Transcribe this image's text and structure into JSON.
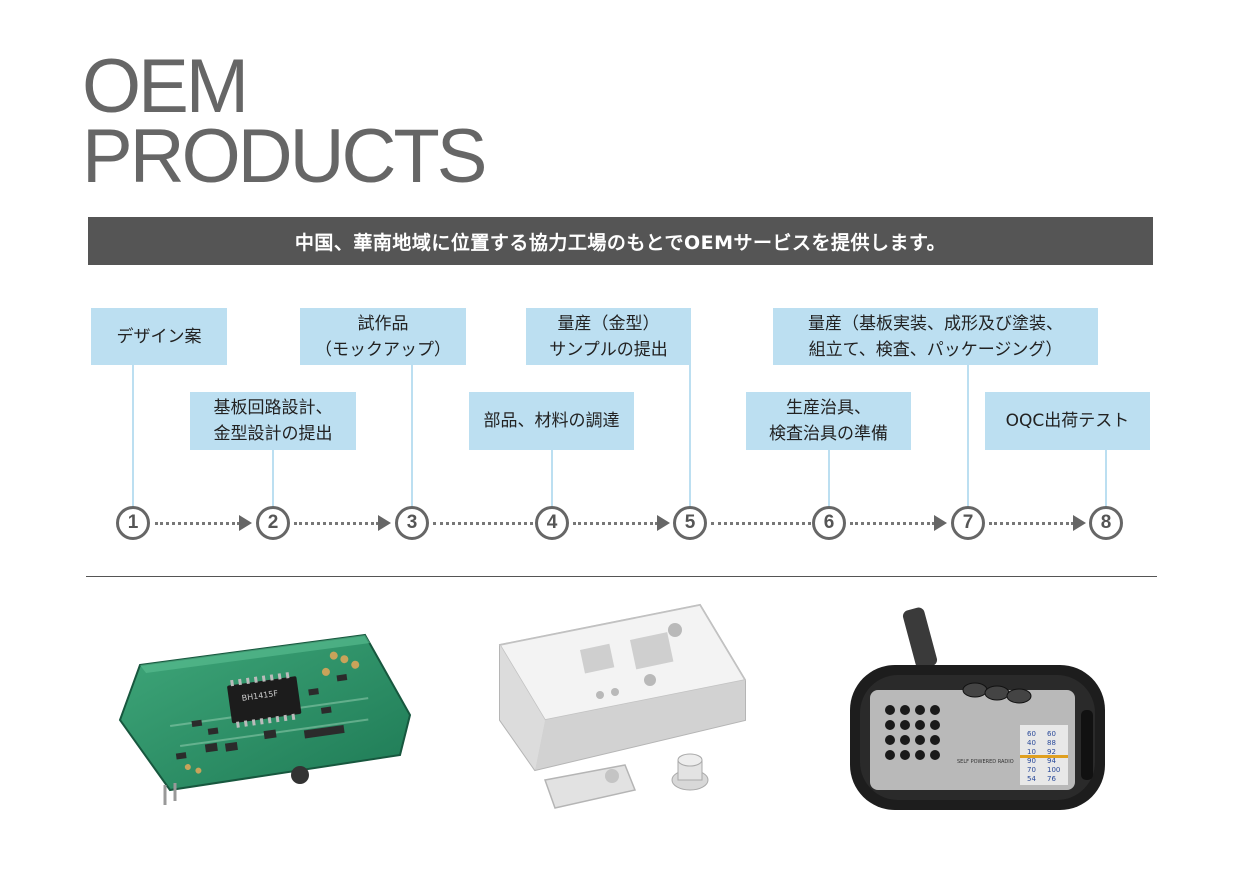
{
  "title": {
    "line1": "OEM",
    "line2": "PRODUCTS"
  },
  "banner": {
    "text": "中国、華南地域に位置する協力工場のもとでOEMサービスを提供します。"
  },
  "steps": [
    {
      "number": "1",
      "lines": [
        "デザイン案"
      ]
    },
    {
      "number": "2",
      "lines": [
        "基板回路設計、",
        "金型設計の提出"
      ]
    },
    {
      "number": "3",
      "lines": [
        "試作品",
        "（モックアップ）"
      ]
    },
    {
      "number": "4",
      "lines": [
        "部品、材料の調達"
      ]
    },
    {
      "number": "5",
      "lines": [
        "量産（金型）",
        "サンプルの提出"
      ]
    },
    {
      "number": "6",
      "lines": [
        "生産治具、",
        "検査治具の準備"
      ]
    },
    {
      "number": "7",
      "lines": [
        "量産（基板実装、成形及び塗装、",
        "組立て、検査、パッケージング）"
      ]
    },
    {
      "number": "8",
      "lines": [
        "OQC出荷テスト"
      ]
    }
  ],
  "products": {
    "pcb": {
      "chip_label": "BH1415F"
    },
    "radio": {
      "brand": "SELF POWERED RADIO",
      "dial": [
        "60",
        "40",
        "10",
        "90",
        "70",
        "54"
      ],
      "dial2": [
        "60",
        "88",
        "92",
        "94",
        "100",
        "76"
      ]
    }
  },
  "colors": {
    "box": "#bcdff1",
    "banner": "#555555",
    "circle": "#666666",
    "title": "#666666"
  }
}
